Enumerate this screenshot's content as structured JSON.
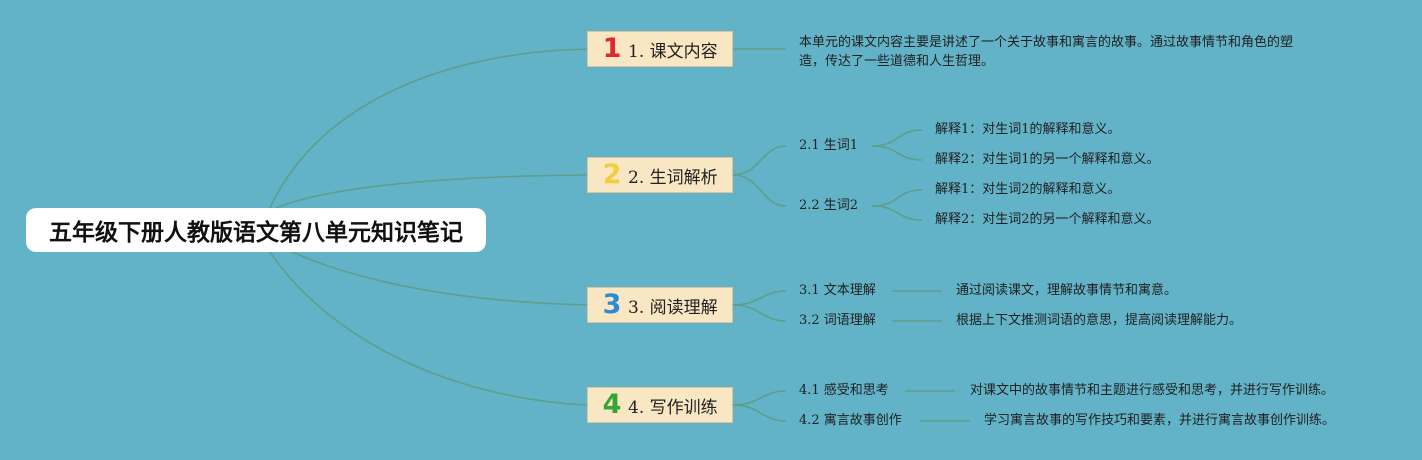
{
  "root": {
    "title": "五年级下册人教版语文第八单元知识笔记"
  },
  "branches": [
    {
      "num": "1",
      "label": "1. 课文内容",
      "text": "本单元的课文内容主要是讲述了一个关于故事和寓言的故事。通过故事情节和角色的塑造，传达了一些道德和人生哲理。"
    },
    {
      "num": "2",
      "label": "2. 生词解析",
      "subs": [
        {
          "label": "2.1 生词1",
          "items": [
            "解释1：对生词1的解释和意义。",
            "解释2：对生词1的另一个解释和意义。"
          ]
        },
        {
          "label": "2.2 生词2",
          "items": [
            "解释1：对生词2的解释和意义。",
            "解释2：对生词2的另一个解释和意义。"
          ]
        }
      ]
    },
    {
      "num": "3",
      "label": "3. 阅读理解",
      "subs": [
        {
          "label": "3.1 文本理解",
          "detail": "通过阅读课文，理解故事情节和寓意。"
        },
        {
          "label": "3.2 词语理解",
          "detail": "根据上下文推测词语的意思，提高阅读理解能力。"
        }
      ]
    },
    {
      "num": "4",
      "label": "4. 写作训练",
      "subs": [
        {
          "label": "4.1 感受和思考",
          "detail": "对课文中的故事情节和主题进行感受和思考，并进行写作训练。"
        },
        {
          "label": "4.2 寓言故事创作",
          "detail": "学习寓言故事的写作技巧和要素，并进行寓言故事创作训练。"
        }
      ]
    }
  ],
  "colors": {
    "background": "#63b3c8",
    "line": "#5d9f8c",
    "node": "#f9e6c2"
  }
}
